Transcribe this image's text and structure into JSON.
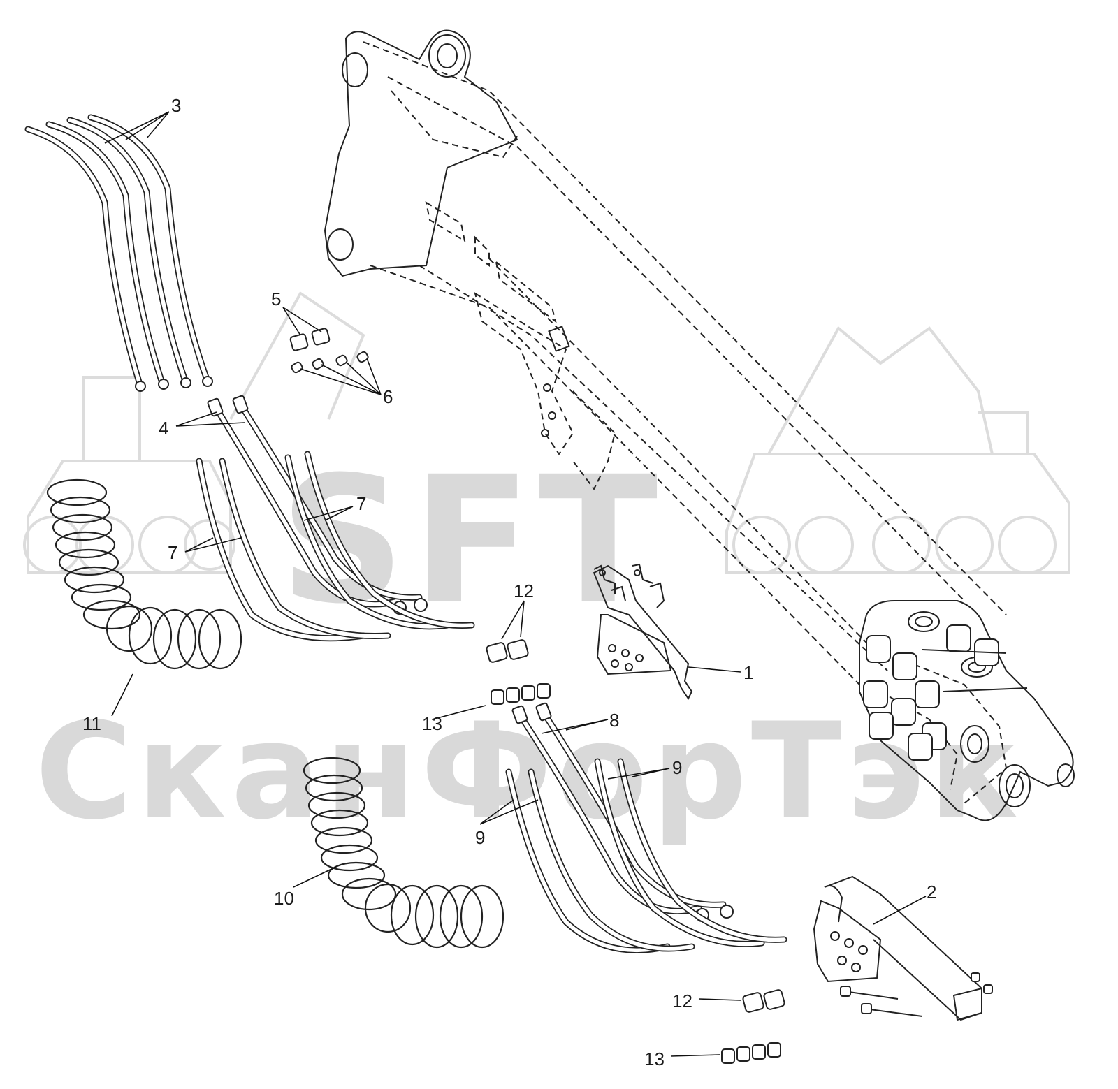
{
  "watermark": {
    "logo_text": "SFT",
    "company_text": "СканФорТэк"
  },
  "callouts": [
    {
      "id": "c1",
      "label": "1"
    },
    {
      "id": "c2",
      "label": "2"
    },
    {
      "id": "c3",
      "label": "3"
    },
    {
      "id": "c4",
      "label": "4"
    },
    {
      "id": "c5",
      "label": "5"
    },
    {
      "id": "c6",
      "label": "6"
    },
    {
      "id": "c7a",
      "label": "7"
    },
    {
      "id": "c7b",
      "label": "7"
    },
    {
      "id": "c8",
      "label": "8"
    },
    {
      "id": "c9a",
      "label": "9"
    },
    {
      "id": "c9b",
      "label": "9"
    },
    {
      "id": "c10",
      "label": "10"
    },
    {
      "id": "c11",
      "label": "11"
    },
    {
      "id": "c12a",
      "label": "12"
    },
    {
      "id": "c12b",
      "label": "12"
    },
    {
      "id": "c13a",
      "label": "13"
    },
    {
      "id": "c13b",
      "label": "13"
    }
  ]
}
